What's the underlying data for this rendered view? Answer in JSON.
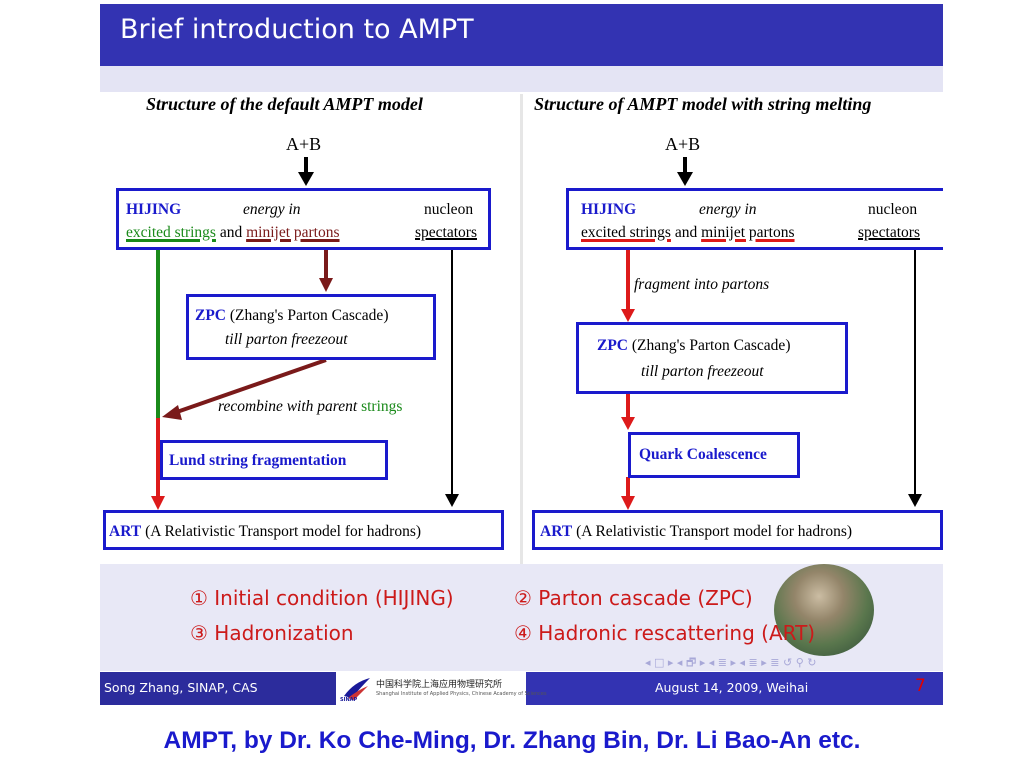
{
  "slide": {
    "title": "Brief introduction to AMPT"
  },
  "left_panel": {
    "heading": "Structure of the default AMPT model",
    "input": "A+B",
    "hijing_box": {
      "name": "HIJING",
      "energy_in": "energy in",
      "nucleon": "nucleon",
      "excited_strings": "excited strings",
      "and": " and ",
      "minijet_partons": "minijet partons",
      "spectators": "spectators"
    },
    "zpc_box": {
      "name": "ZPC",
      "full_name": " (Zhang's Parton Cascade)",
      "freezeout": "till parton freezeout"
    },
    "recombine_label": "recombine with parent ",
    "recombine_strings": "strings",
    "lund_box": "Lund string fragmentation",
    "art_box": {
      "name": "ART",
      "full_name": " (A Relativistic Transport model for hadrons)"
    }
  },
  "right_panel": {
    "heading": "Structure of AMPT model with string melting",
    "input": "A+B",
    "hijing_box": {
      "name": "HIJING",
      "energy_in": "energy in",
      "nucleon": "nucleon",
      "excited_strings": "excited strings",
      "and": " and ",
      "minijet_partons": "minijet partons",
      "spectators": "spectators"
    },
    "fragment_label": "fragment into partons",
    "zpc_box": {
      "name": "ZPC",
      "full_name": " (Zhang's Parton Cascade)",
      "freezeout": "till parton freezeout"
    },
    "quark_box": "Quark Coalescence",
    "art_box": {
      "name": "ART",
      "full_name": " (A Relativistic Transport model for hadrons)"
    }
  },
  "stages": [
    "① Initial condition (HIJING)",
    "② Parton cascade (ZPC)",
    "③ Hadronization",
    "④ Hadronic rescattering (ART)"
  ],
  "nav_symbols": "◂ □ ▸ ◂ 🗗 ▸ ◂ ≣ ▸ ◂ ≣ ▸   ≣   ↺ ⚲ ↻",
  "footer": {
    "author": "Song Zhang,   SINAP, CAS",
    "logo_text": "中国科学院上海应用物理研究所",
    "logo_sub": "Shanghai Institute of Applied Physics, Chinese Academy of Sciences",
    "logo_mark": "SINAP",
    "date": "August 14, 2009, Weihai",
    "page": "7"
  },
  "caption": "AMPT, by Dr. Ko Che-Ming, Dr. Zhang Bin, Dr. Li Bao-An etc.",
  "colors": {
    "title_bar": "#3333b2",
    "box_border": "#1a1acc",
    "arrow_red": "#dd1a1a",
    "arrow_green": "#1a8a1a",
    "arrow_dark_red": "#7a1a1a",
    "stage_text": "#cc1a1a",
    "caption": "#1a1acc"
  }
}
